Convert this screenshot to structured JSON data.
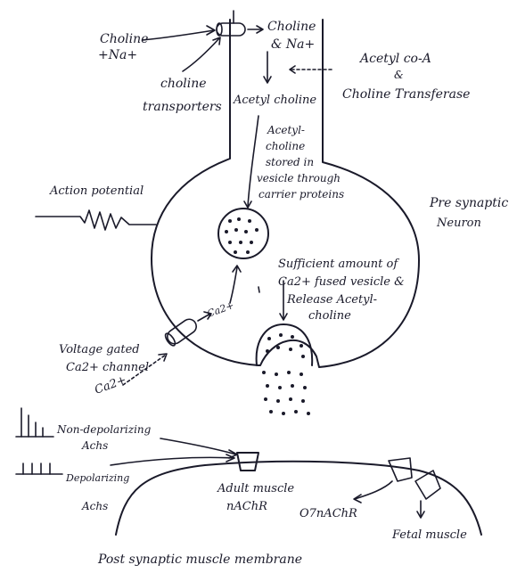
{
  "colors": {
    "ink": "#1a1a2a",
    "adult_receptor": "#ffffff",
    "o7_receptor": "#3fbf3f",
    "fetal_receptor": "#f0e6a0"
  },
  "labels": {
    "choline_na_in_1": "Choline",
    "choline_na_in_2": "+Na+",
    "choline_na_top_1": "Choline",
    "choline_na_top_2": "& Na+",
    "choline_transporter_1": "choline",
    "choline_transporter_2": "transporters",
    "acetyl_coa_1": "Acetyl co-A",
    "acetyl_coa_2": "&",
    "acetyl_coa_3": "Choline Transferase",
    "acetylcholine": "Acetyl choline",
    "stored_1": "Acetyl-",
    "stored_2": "choline",
    "stored_3": "stored in",
    "stored_4": "vesicle through",
    "stored_5": "carrier proteins",
    "action_potential": "Action potential",
    "presynaptic_1": "Pre synaptic",
    "presynaptic_2": "Neuron",
    "sufficient_1": "Sufficient amount of",
    "sufficient_2": "Ca2+ fused vesicle &",
    "sufficient_3": "Release Acetyl-",
    "sufficient_4": "choline",
    "ca_near_channel": "Ca2+",
    "vg_channel_1": "Voltage gated",
    "vg_channel_2": "Ca2+ channel",
    "ca_outside": "Ca2+",
    "nondep_1": "Non-depolarizing",
    "nondep_2": "Achs",
    "dep_1": "Depolarizing",
    "dep_2": "Achs",
    "adult_1": "Adult muscle",
    "adult_2": "nAChR",
    "o7": "O7nAChR",
    "fetal": "Fetal muscle",
    "postsynaptic": "Post synaptic muscle membrane"
  }
}
